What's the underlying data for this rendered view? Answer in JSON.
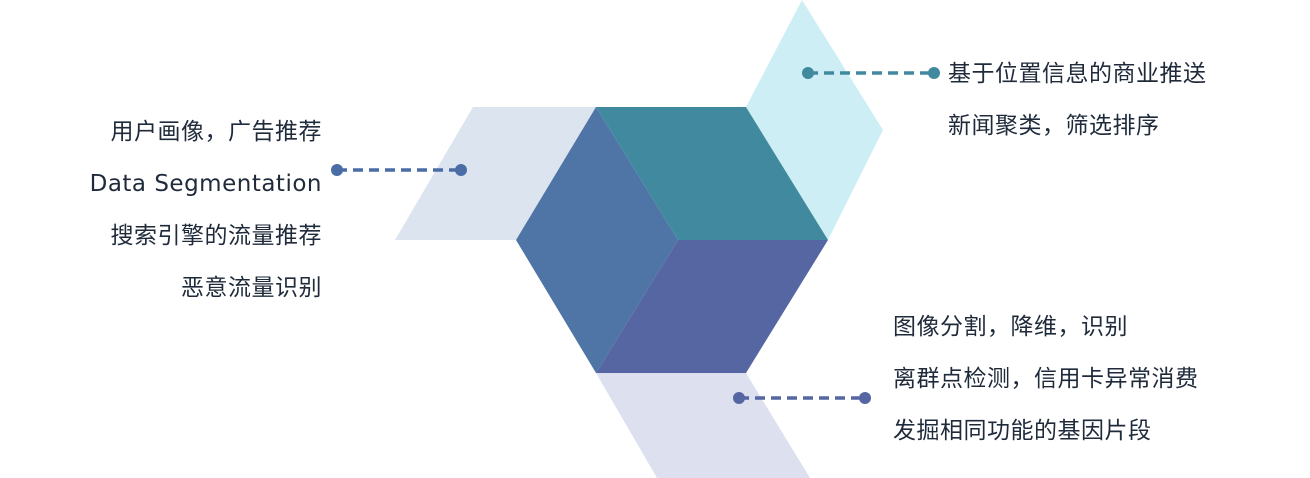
{
  "colors": {
    "face_left": "#4f74a6",
    "face_top": "#41899e",
    "face_bottom": "#5566a2",
    "panel_left": "#dce4ef",
    "panel_top": "#cdeef5",
    "panel_bottom": "#dde0ef",
    "connector_left": "#4a6da5",
    "connector_top": "#41899e",
    "connector_bottom": "#5566a2",
    "text": "#1f2a3a"
  },
  "left_block": {
    "lines": [
      "用户画像，广告推荐",
      "Data Segmentation",
      "搜索引擎的流量推荐",
      "恶意流量识别"
    ]
  },
  "right_top_block": {
    "lines": [
      "基于位置信息的商业推送",
      "新闻聚类，筛选排序"
    ]
  },
  "right_bottom_block": {
    "lines": [
      "图像分割，降维，识别",
      "离群点检测，信用卡异常消费",
      "发掘相同功能的基因片段"
    ]
  }
}
